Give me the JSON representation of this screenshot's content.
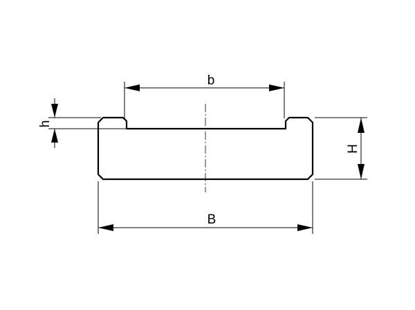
{
  "diagram": {
    "labels": {
      "inner_width": "b",
      "outer_width": "B",
      "height": "H",
      "lip_height": "h"
    }
  }
}
